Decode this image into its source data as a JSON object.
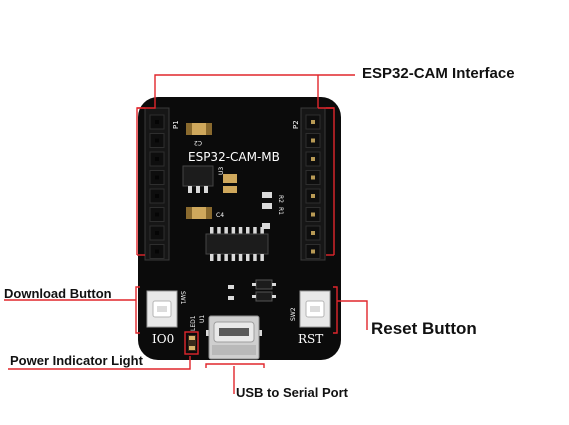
{
  "colors": {
    "board": "#0b0b0b",
    "callout_line": "#e0262c",
    "label_text": "#111111",
    "silkscreen": "#ffffff",
    "pad_gold": "#d9b36a",
    "chip": "#1c1c1c"
  },
  "board": {
    "title": "ESP32-CAM-MB",
    "left_button_label": "IO0",
    "right_button_label": "RST",
    "header_left_ref": "P1",
    "header_right_ref": "P2",
    "cap_ref_c2": "C2",
    "cap_ref_c4": "C4",
    "reg_ref_u3": "U3",
    "res_ref_r1": "R1",
    "res_ref_r2": "R2",
    "sw_ref_left": "SW1",
    "sw_ref_right": "SW2",
    "led_ref": "LED1",
    "usb_ref": "U1"
  },
  "callouts": {
    "esp32_interface": "ESP32-CAM Interface",
    "download_button": "Download Button",
    "power_indicator": "Power Indicator Light",
    "usb_serial": "USB to Serial Port",
    "reset_button": "Reset Button"
  }
}
